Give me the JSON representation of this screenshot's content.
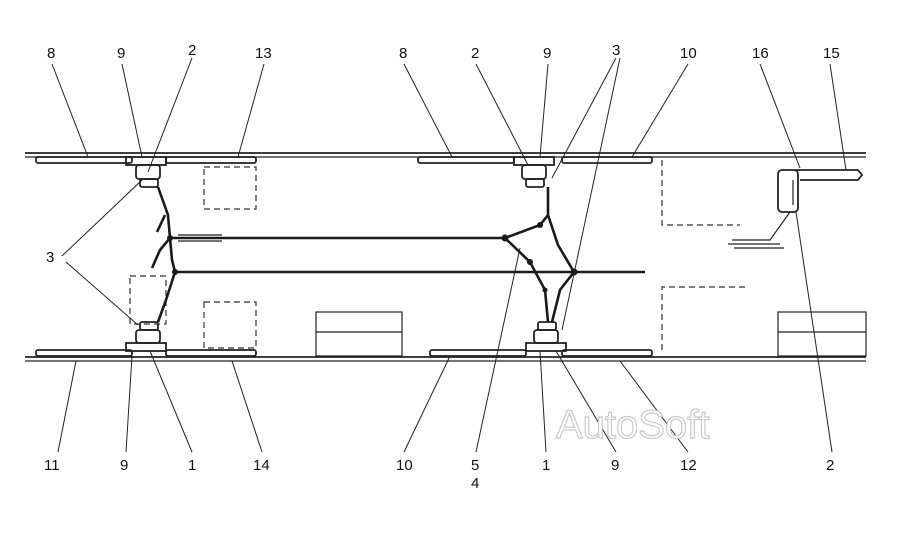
{
  "diagram": {
    "top_labels": [
      "8",
      "9",
      "2",
      "13",
      "8",
      "2",
      "9",
      "3",
      "10",
      "16",
      "15"
    ],
    "left_labels": [
      "3"
    ],
    "bottom_labels": [
      "11",
      "9",
      "1",
      "14",
      "10",
      "5",
      "4",
      "1",
      "9",
      "12",
      "2"
    ],
    "watermark": "AutoSoft"
  }
}
